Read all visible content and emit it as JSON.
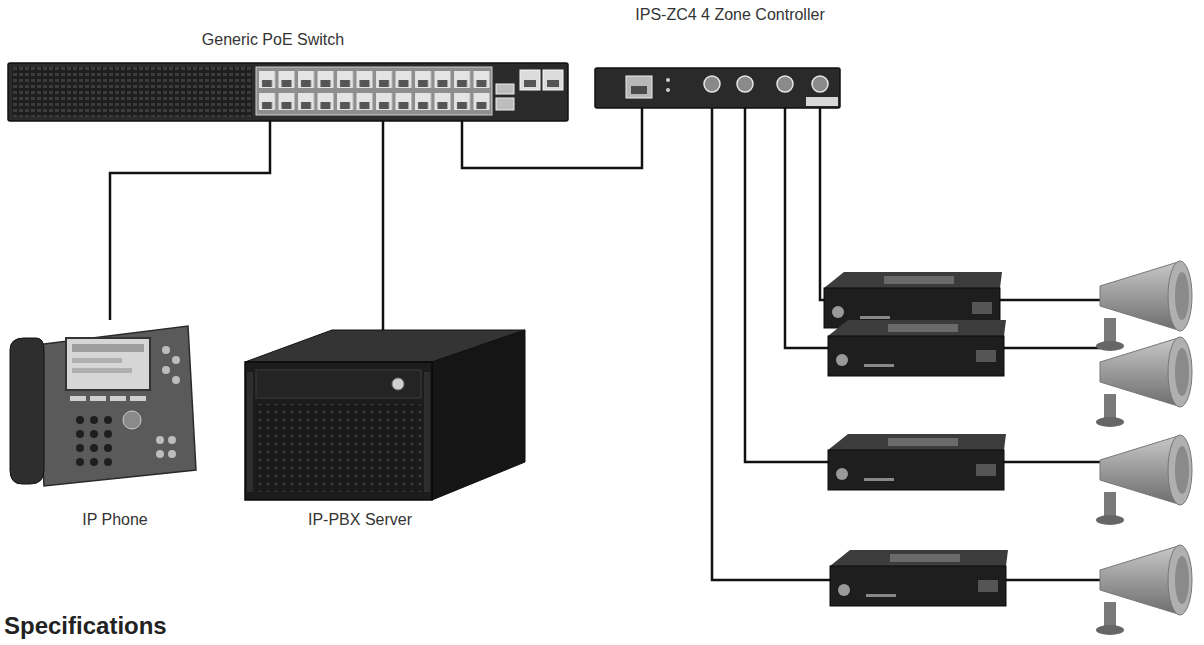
{
  "diagram": {
    "nodes": [
      {
        "text": [
          "Generic PoE Switch"
        ]
      },
      {
        "text": [
          "IPS-ZC4 4 Zone Controller"
        ]
      },
      {
        "text": [
          "IP Phone"
        ]
      },
      {
        "text": [
          "IP-PBX Server"
        ]
      }
    ],
    "edges": [
      {
        "from": 0,
        "to": 2,
        "arrow": "none"
      },
      {
        "from": 0,
        "to": 3,
        "arrow": "none"
      },
      {
        "from": 0,
        "to": 1,
        "arrow": "none"
      }
    ],
    "labels": [
      "Specifications"
    ]
  }
}
